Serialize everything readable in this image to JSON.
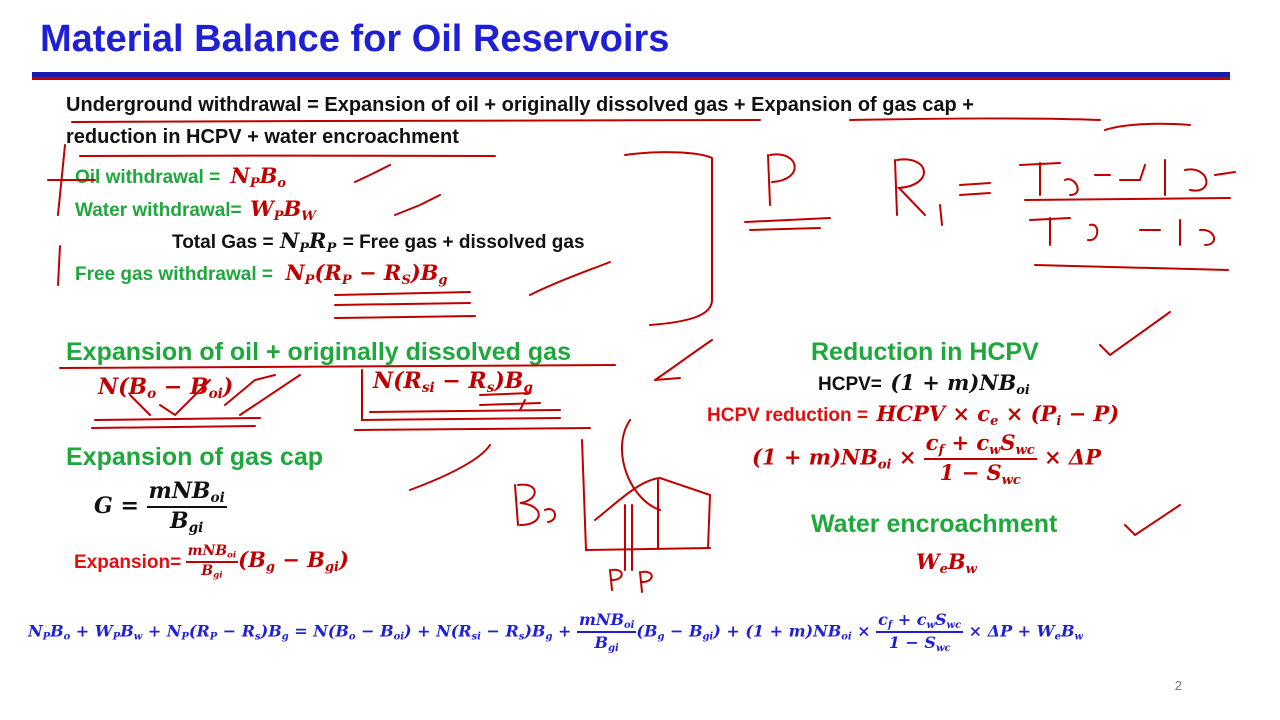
{
  "slide": {
    "title": "Material Balance for Oil Reservoirs",
    "page_number": "2",
    "colors": {
      "title": "#1f1fd6",
      "green": "#1ea83c",
      "red": "#e01010",
      "ink": "#c00000"
    },
    "underground_withdrawal": {
      "line1": "Underground withdrawal = Expansion of oil + originally dissolved gas + Expansion of gas cap +",
      "line2": "reduction in HCPV + water encroachment"
    },
    "oil_withdrawal_label": "Oil withdrawal =",
    "water_withdrawal_label": "Water withdrawal=",
    "total_gas_label": "Total Gas =",
    "total_gas_rest": "= Free gas + dissolved gas",
    "free_gas_label": "Free gas withdrawal =",
    "expansion_oil_heading": "Expansion of oil + originally dissolved gas",
    "gas_cap_heading": "Expansion of gas cap",
    "expansion_label": "Expansion=",
    "hcpv_heading": "Reduction in HCPV",
    "hcpv_label": "HCPV=",
    "hcpv_reduction_label": "HCPV reduction =",
    "water_heading": "Water encroachment"
  }
}
